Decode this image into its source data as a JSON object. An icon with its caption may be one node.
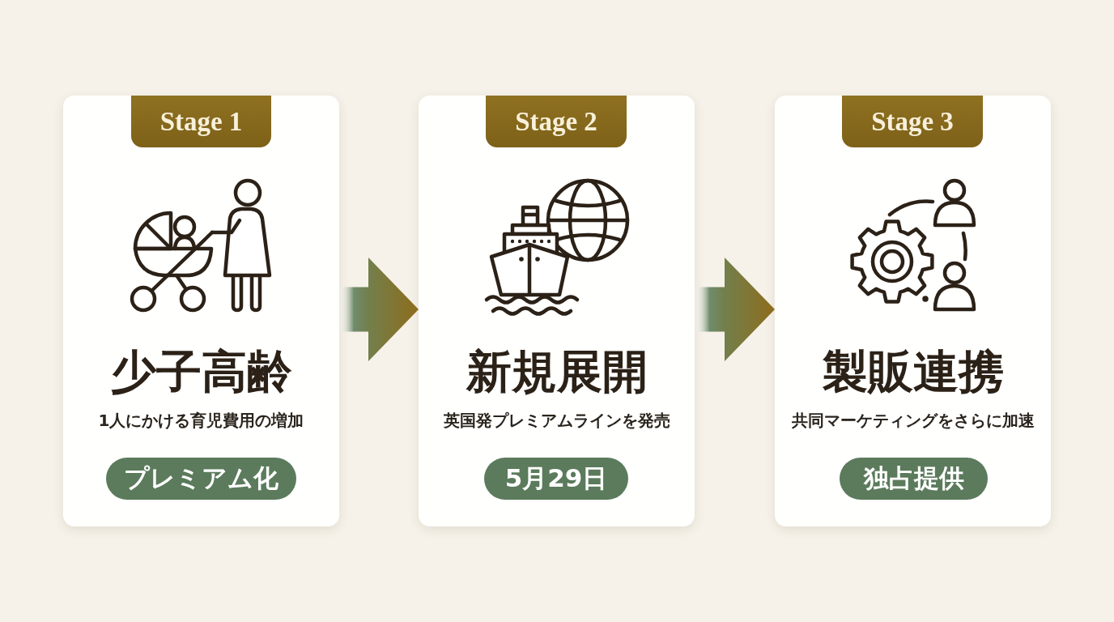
{
  "diagram": {
    "nodes": [
      {
        "text": [
          "少子高齢",
          "1人にかける育児費用の増加"
        ]
      },
      {
        "text": [
          "Stage 1"
        ],
        "in": 0
      },
      {
        "text": [
          "プレミアム化"
        ],
        "in": 0
      },
      {
        "text": [
          "新規展開",
          "英国発プレミアムラインを発売"
        ]
      },
      {
        "text": [
          "Stage 2"
        ],
        "in": 3
      },
      {
        "text": [
          "5月29日"
        ],
        "in": 3
      },
      {
        "text": [
          "製販連携",
          "共同マーケティングをさらに加速"
        ]
      },
      {
        "text": [
          "Stage 3"
        ],
        "in": 6
      },
      {
        "text": [
          "独占提供"
        ],
        "in": 6
      }
    ],
    "edges": [
      {
        "from": 0,
        "to": 3,
        "arrow": "to"
      },
      {
        "from": 3,
        "to": 6,
        "arrow": "to"
      }
    ]
  }
}
